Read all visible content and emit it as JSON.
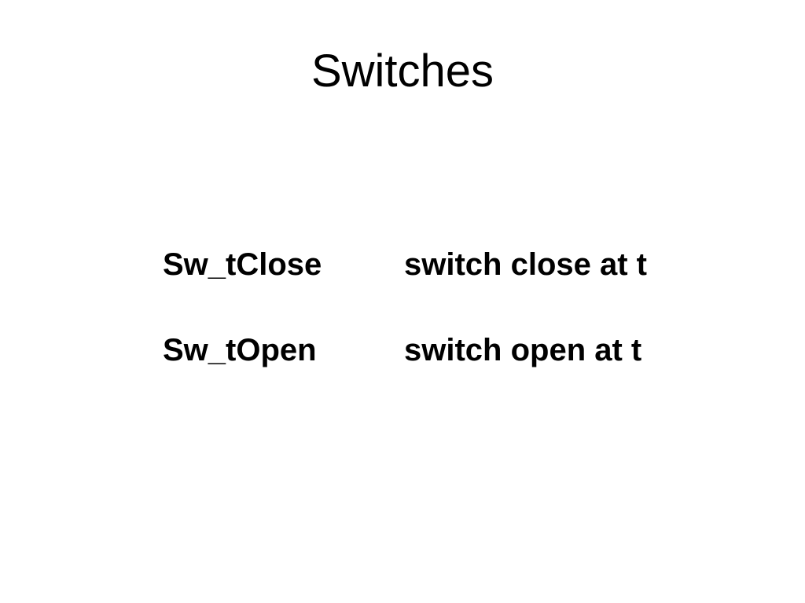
{
  "slide": {
    "title": "Switches",
    "rows": [
      {
        "term": "Sw_tClose",
        "description": "switch close at t"
      },
      {
        "term": "Sw_tOpen",
        "description": "switch open at t"
      }
    ]
  }
}
